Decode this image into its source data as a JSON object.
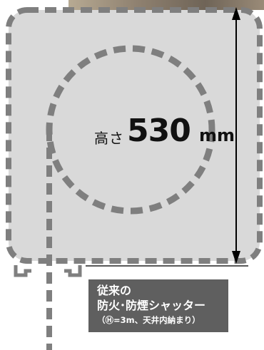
{
  "measurement": {
    "label": "高さ",
    "value": "530",
    "unit": "mm"
  },
  "caption": {
    "line1": "従来の",
    "line2": "防火･防煙シャッター",
    "line3": "（Ⓗ=3m、天井内納まり）"
  },
  "colors": {
    "panel": "#d9d9d9",
    "dash": "#7f7f7f",
    "caption_bg": "#5f5f5f",
    "arrow": "#000000"
  }
}
